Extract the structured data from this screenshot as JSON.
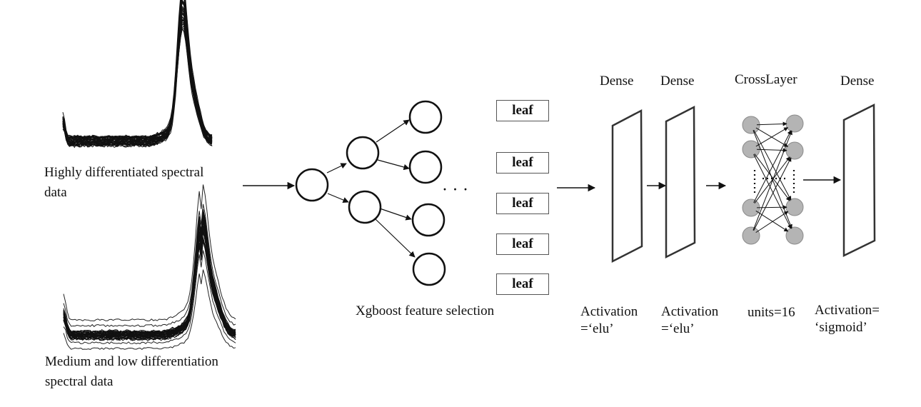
{
  "spectra": {
    "high": {
      "label_line1": "Highly differentiated spectral",
      "label_line2": "data"
    },
    "medium_low": {
      "label_line1": "Medium and low differentiation",
      "label_line2": "spectral data"
    }
  },
  "xgboost": {
    "label": "Xgboost feature selection",
    "ellipsis": "· · ·",
    "leaves": [
      "leaf",
      "leaf",
      "leaf",
      "leaf",
      "leaf"
    ]
  },
  "network": {
    "layers": [
      {
        "name": "Dense",
        "param_line1": "Activation",
        "param_line2": "=‘elu’"
      },
      {
        "name": "Dense",
        "param_line1": "Activation",
        "param_line2": "=‘elu’"
      },
      {
        "name": "CrossLayer",
        "param_line1": "units=16",
        "param_line2": ""
      },
      {
        "name": "Dense",
        "param_line1": "Activation=",
        "param_line2": "‘sigmoid’"
      }
    ]
  },
  "colors": {
    "stroke": "#111111",
    "node_fill": "#b4b4b4",
    "node_stroke": "#8a8a8a"
  }
}
